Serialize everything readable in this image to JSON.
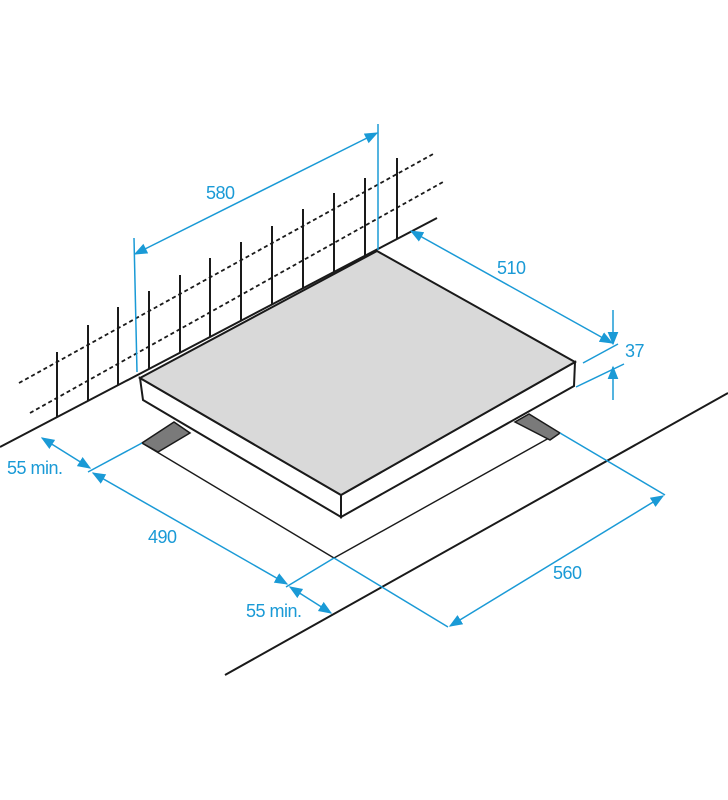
{
  "title": "Hob installation dimensions",
  "colors": {
    "dimension": "#1a9ad6",
    "hob_top": "#d9d9d9",
    "feet": "#7a7a7a",
    "outline": "#1a1a1a"
  },
  "dimensions": {
    "hob_width": "580",
    "hob_depth": "510",
    "hob_height": "37",
    "cutout_depth": "490",
    "cutout_width": "560",
    "clearance_back": "55 min.",
    "clearance_front": "55 min."
  }
}
